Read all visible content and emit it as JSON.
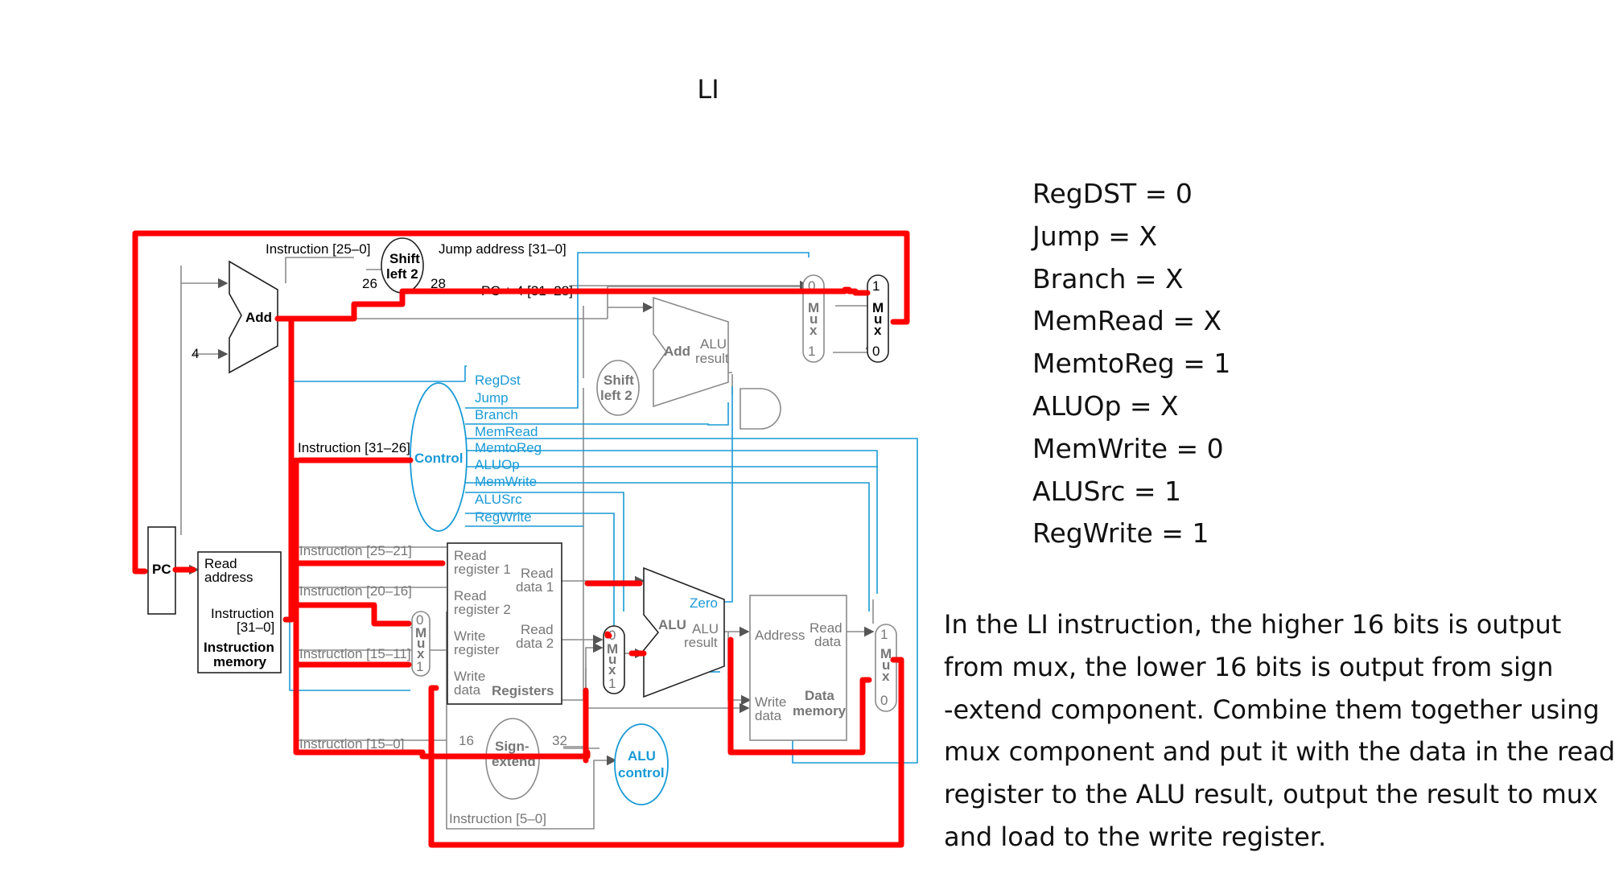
{
  "title": "LI",
  "control_signals": [
    "RegDST = 0",
    "Jump = X",
    "Branch = X",
    "MemRead = X",
    "MemtoReg = 1",
    "ALUOp = X",
    "MemWrite = 0",
    "ALUSrc = 1",
    "RegWrite = 1"
  ],
  "explanation_lines": [
    "In the LI instruction, the higher 16 bits is output",
    "from mux, the lower 16 bits is output from sign",
    "-extend component. Combine them together using",
    "mux component and put it with the data in the read",
    "register to the ALU result, output the result to mux",
    "and load to the write register."
  ],
  "diagram": {
    "instr_25_0": "Instruction [25–0]",
    "shift_left_2_top": "Shift",
    "shift_left_2_bottom": "left 2",
    "bits_26": "26",
    "bits_28": "28",
    "jump_address": "Jump address [31–0]",
    "pc_plus_4": "PC + 4 [31–28]",
    "add_label": "Add",
    "four": "4",
    "regdst": "RegDst",
    "jump": "Jump",
    "branch": "Branch",
    "memread": "MemRead",
    "memtoreg": "MemtoReg",
    "aluop": "ALUOp",
    "memwrite": "MemWrite",
    "alusrc": "ALUSrc",
    "regwrite": "RegWrite",
    "control": "Control",
    "instr_31_26": "Instruction [31–26]",
    "instr_25_21": "Instruction [25–21]",
    "instr_20_16": "Instruction [20–16]",
    "instr_15_11": "Instruction [15–11]",
    "instr_15_0": "Instruction [15–0]",
    "instr_5_0": "Instruction [5–0]",
    "pc": "PC",
    "read_address_1": "Read",
    "read_address_2": "address",
    "instruction_1": "Instruction",
    "instruction_2": "[31–0]",
    "instr_memory_1": "Instruction",
    "instr_memory_2": "memory",
    "read_reg1_a": "Read",
    "read_reg1_b": "register 1",
    "read_reg2_a": "Read",
    "read_reg2_b": "register 2",
    "write_reg_a": "Write",
    "write_reg_b": "register",
    "write_data_a": "Write",
    "write_data_b": "data",
    "registers": "Registers",
    "read_data1_a": "Read",
    "read_data1_b": "data 1",
    "read_data2_a": "Read",
    "read_data2_b": "data 2",
    "sign_extend_a": "Sign-",
    "sign_extend_b": "extend",
    "bits_16": "16",
    "bits_32": "32",
    "alu_control_a": "ALU",
    "alu_control_b": "control",
    "alu": "ALU",
    "zero": "Zero",
    "alu_result_a": "ALU",
    "alu_result_b": "result",
    "address": "Address",
    "read_data_a": "Read",
    "read_data_b": "data",
    "write_data2_a": "Write",
    "write_data2_b": "data",
    "data_mem_a": "Data",
    "data_mem_b": "memory",
    "mux_letters": [
      "M",
      "u",
      "x"
    ],
    "mux_0": "0",
    "mux_1": "1",
    "add2_label": "Add",
    "alu_res_a": "ALU",
    "alu_res_b": "result"
  },
  "colors": {
    "highlight": "#ff0000",
    "control": "#1a9ad6",
    "inactive": "#808080"
  }
}
